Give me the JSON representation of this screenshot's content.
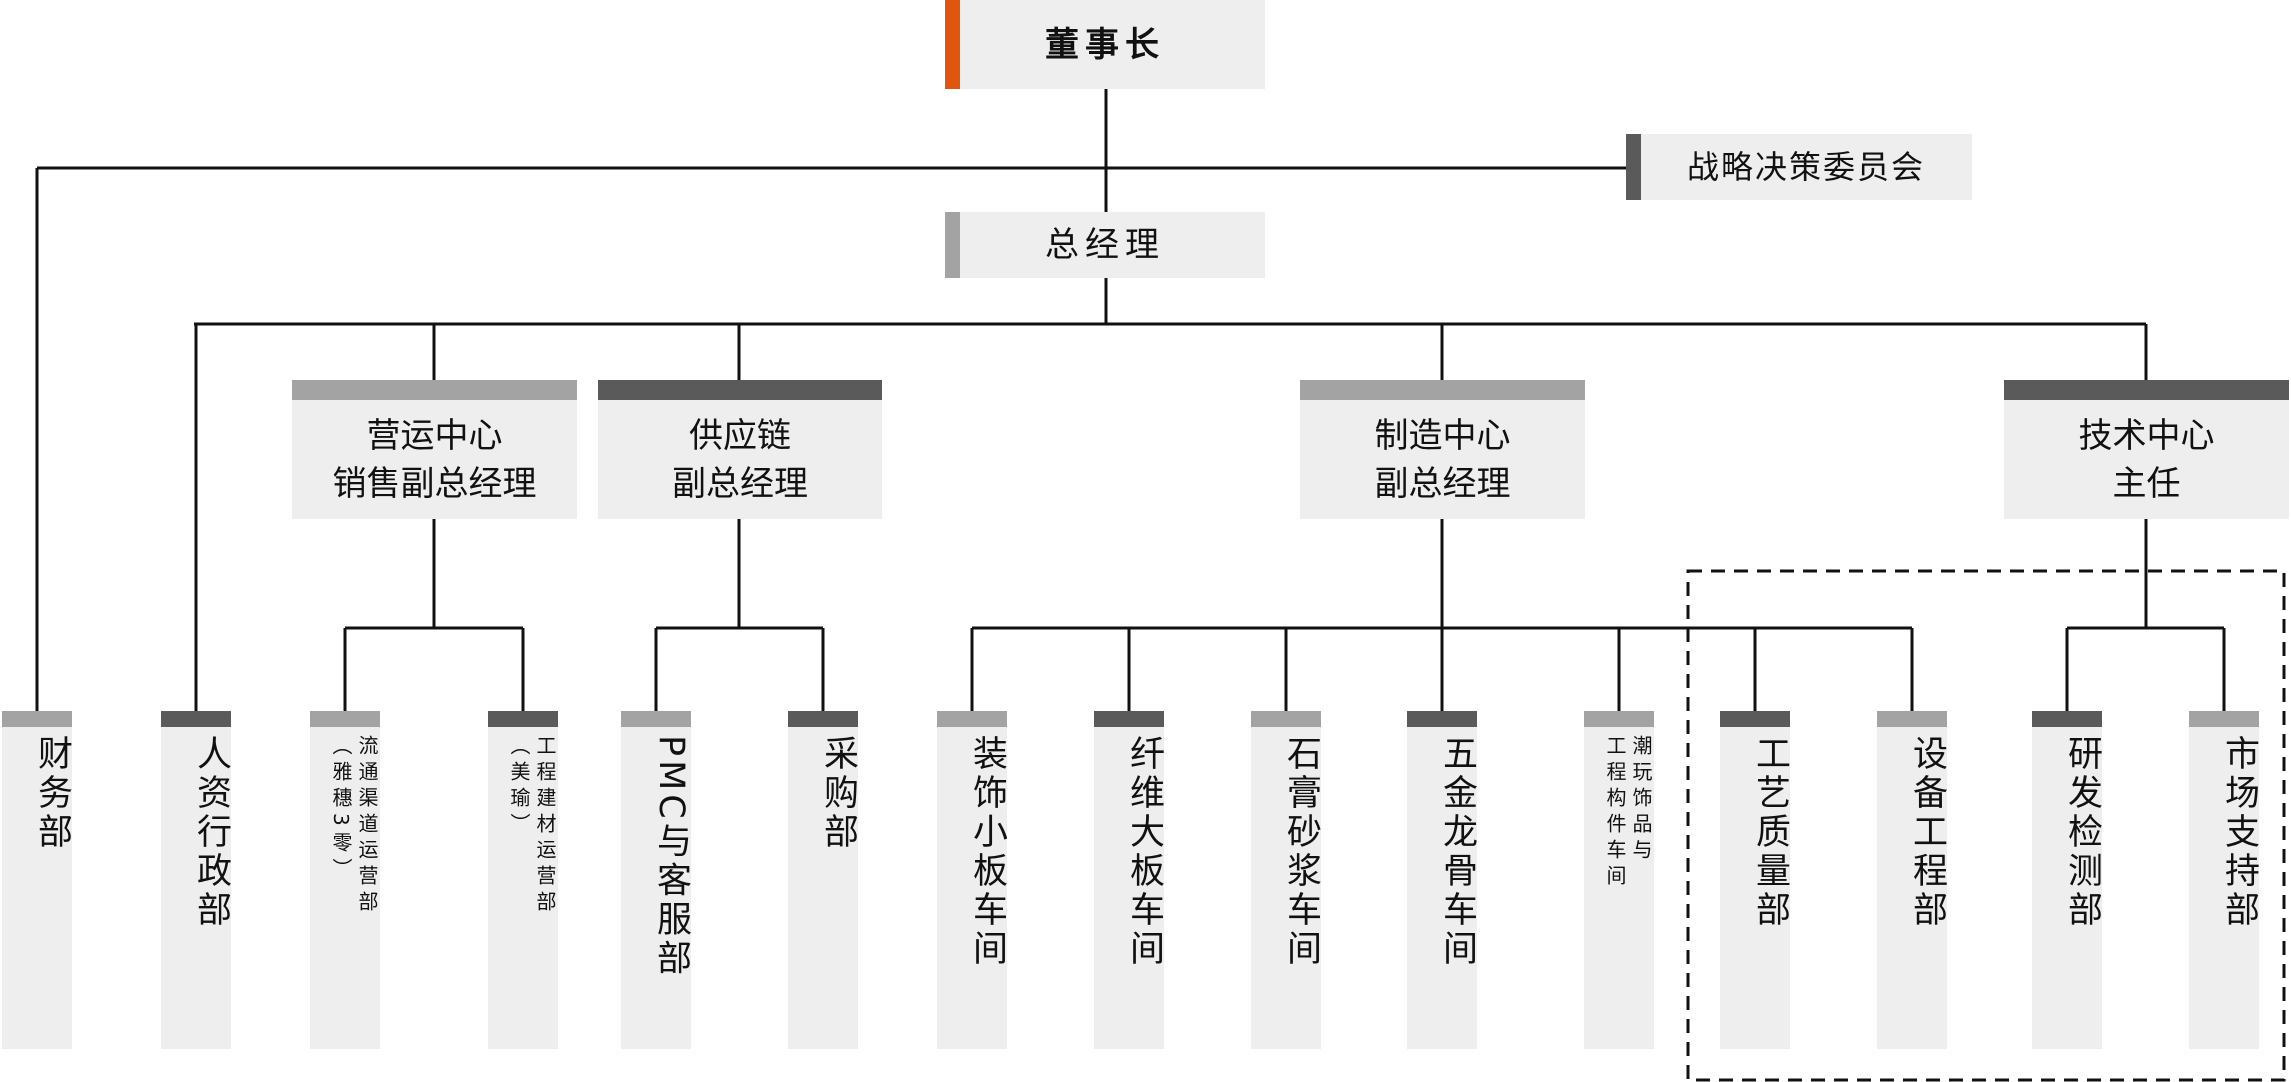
{
  "chairman": "董事长",
  "committee": "战略决策委员会",
  "general_manager": "总经理",
  "centers": [
    {
      "label": "营运中心\n销售副总经理"
    },
    {
      "label": "供应链\n副总经理"
    },
    {
      "label": "制造中心\n副总经理"
    },
    {
      "label": "技术中心\n主任"
    }
  ],
  "departments": [
    {
      "label": "财务部"
    },
    {
      "label": "人资行政部"
    },
    {
      "label": "流通渠道运营部\n（雅穗3零）"
    },
    {
      "label": "工程建材运营部\n（美瑜）"
    },
    {
      "label": "PMC与客服部"
    },
    {
      "label": "采购部"
    },
    {
      "label": "装饰小板车间"
    },
    {
      "label": "纤维大板车间"
    },
    {
      "label": "石膏砂浆车间"
    },
    {
      "label": "五金龙骨车间"
    },
    {
      "label": "潮玩饰品与\n工程构件车间"
    },
    {
      "label": "工艺质量部"
    },
    {
      "label": "设备工程部"
    },
    {
      "label": "研发检测部"
    },
    {
      "label": "市场支持部"
    }
  ],
  "colors": {
    "accent": "#e0560f",
    "dark_bar": "#5a5a5a",
    "light_bar": "#a3a3a3",
    "box": "#eeeeee"
  }
}
